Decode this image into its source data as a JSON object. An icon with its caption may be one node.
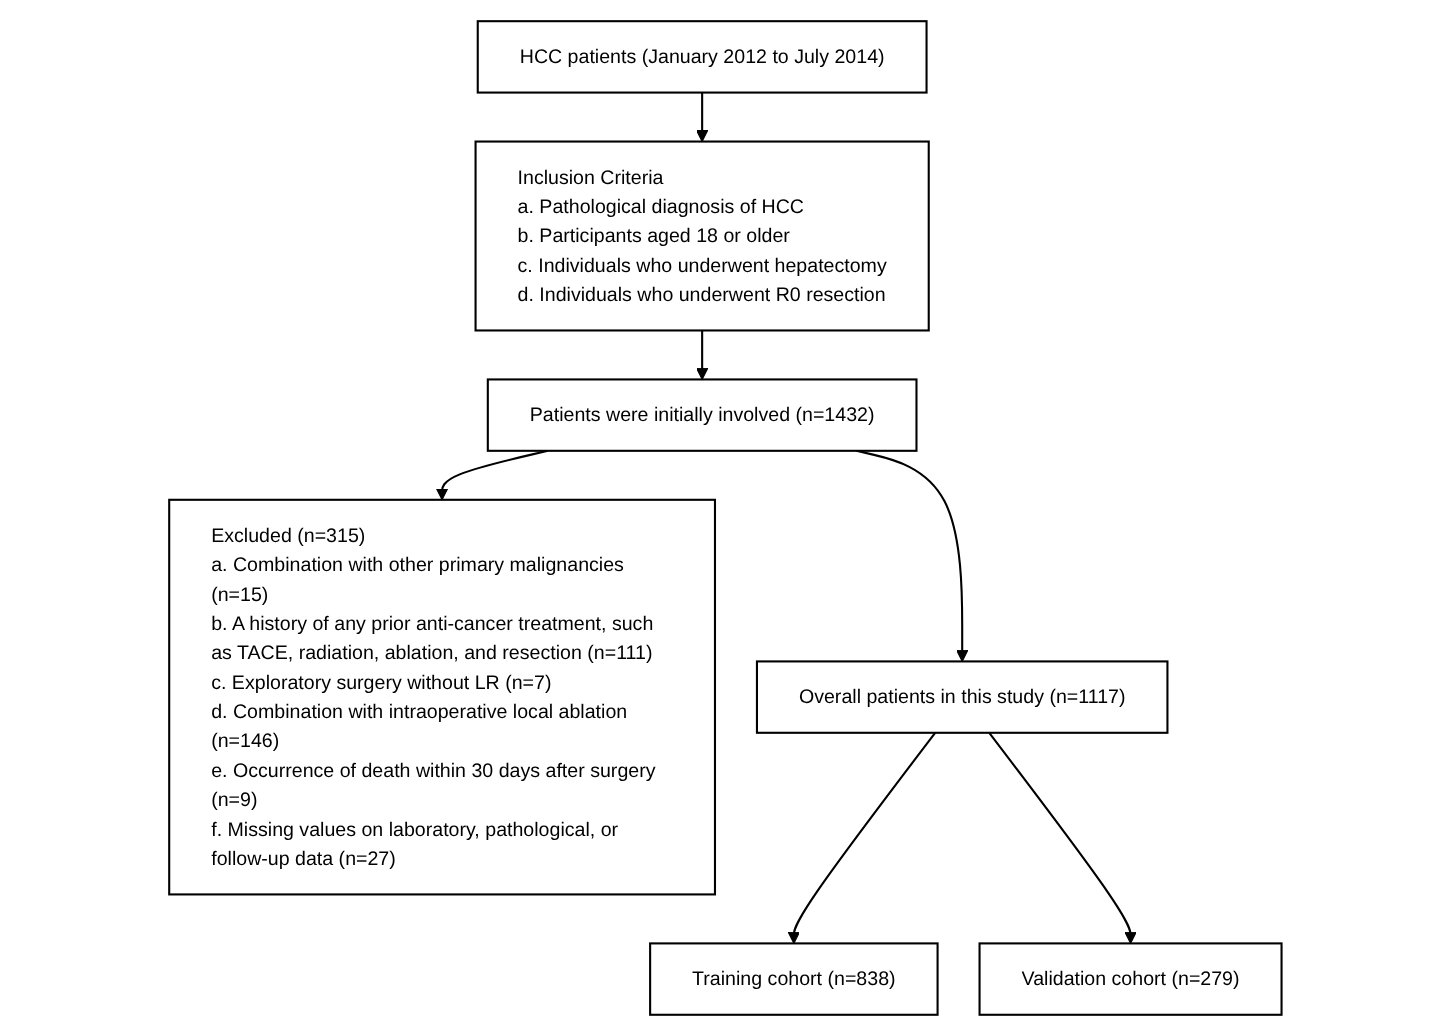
{
  "diagram": {
    "nodes": [
      {
        "text": [
          "HCC patients (January 2012 to July 2014)"
        ]
      },
      {
        "text": [
          "Inclusion Criteria",
          "a. Pathological diagnosis of HCC",
          "b. Participants aged 18 or older",
          "c. Individuals who underwent hepatectomy",
          "d. Individuals who underwent R0 resection"
        ]
      },
      {
        "text": [
          "Patients were initially involved (n=1432)"
        ]
      },
      {
        "text": [
          "Excluded (n=315)",
          "a. Combination with other primary malignancies (n=15)",
          "b. A history of any prior anti-cancer treatment, such as TACE, radiation, ablation, and resection (n=111)",
          "c. Exploratory surgery without LR (n=7)",
          "d. Combination with intraoperative local ablation (n=146)",
          "e. Occurrence of death within 30 days after surgery (n=9)",
          "f. Missing values on laboratory, pathological, or follow-up data (n=27)"
        ]
      },
      {
        "text": [
          "Overall patients in this study (n=1117)"
        ]
      },
      {
        "text": [
          "Training cohort (n=838)"
        ]
      },
      {
        "text": [
          "Validation cohort (n=279)"
        ]
      }
    ],
    "edges": [
      {
        "from": 0,
        "to": 1,
        "arrow": "to"
      },
      {
        "from": 1,
        "to": 2,
        "arrow": "to"
      },
      {
        "from": 2,
        "to": 3,
        "arrow": "to"
      },
      {
        "from": 2,
        "to": 4,
        "arrow": "to"
      },
      {
        "from": 4,
        "to": 5,
        "arrow": "to"
      },
      {
        "from": 4,
        "to": 6,
        "arrow": "to"
      }
    ]
  }
}
